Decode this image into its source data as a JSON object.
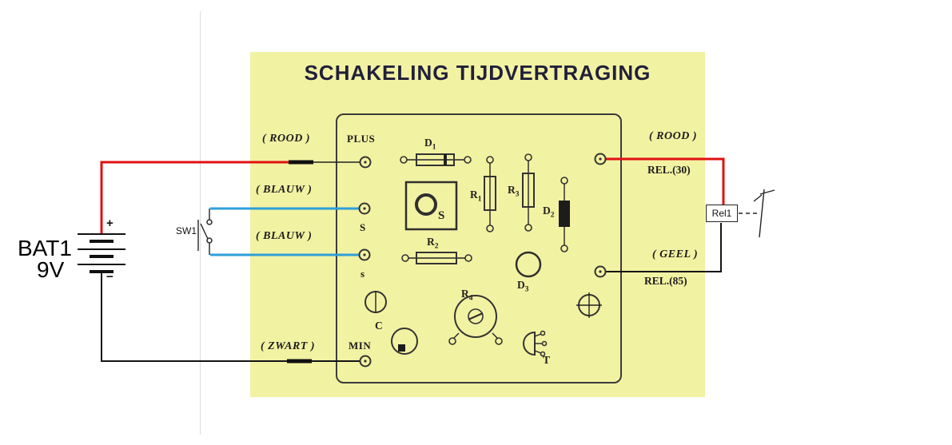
{
  "title": "SCHAKELING TIJDVERTRAGING",
  "battery": {
    "name": "BAT1",
    "voltage": "9V",
    "plus": "+",
    "minus": "−"
  },
  "switch": {
    "label": "SW1"
  },
  "relay": {
    "label": "Rel1"
  },
  "wire_labels": {
    "left_rood": "( ROOD )",
    "left_blauw_top": "( BLAUW )",
    "left_blauw_bottom": "( BLAUW )",
    "left_zwart": "( ZWART )",
    "right_rood": "( ROOD )",
    "right_rel30": "REL.(30)",
    "right_geel": "( GEEL )",
    "right_rel85": "REL.(85)"
  },
  "board_terminals": {
    "plus": "PLUS",
    "s_top": "S",
    "s_bottom": "s",
    "min": "MIN"
  },
  "components": {
    "d1": {
      "main": "D",
      "sub": "1"
    },
    "r1": {
      "main": "R",
      "sub": "1"
    },
    "r3": {
      "main": "R",
      "sub": "3"
    },
    "s_box": {
      "main": "S"
    },
    "r2": {
      "main": "R",
      "sub": "2"
    },
    "d2": {
      "main": "D",
      "sub": "2"
    },
    "d3": {
      "main": "D",
      "sub": "3"
    },
    "r4": {
      "main": "R",
      "sub": "4"
    },
    "c": {
      "main": "C"
    },
    "t": {
      "main": "T"
    }
  },
  "colors": {
    "paper": "#f2f2a3",
    "wire_red": "#e01010",
    "wire_blue": "#2e9fd8",
    "wire_black": "#141414",
    "title_ink": "#20203a"
  }
}
